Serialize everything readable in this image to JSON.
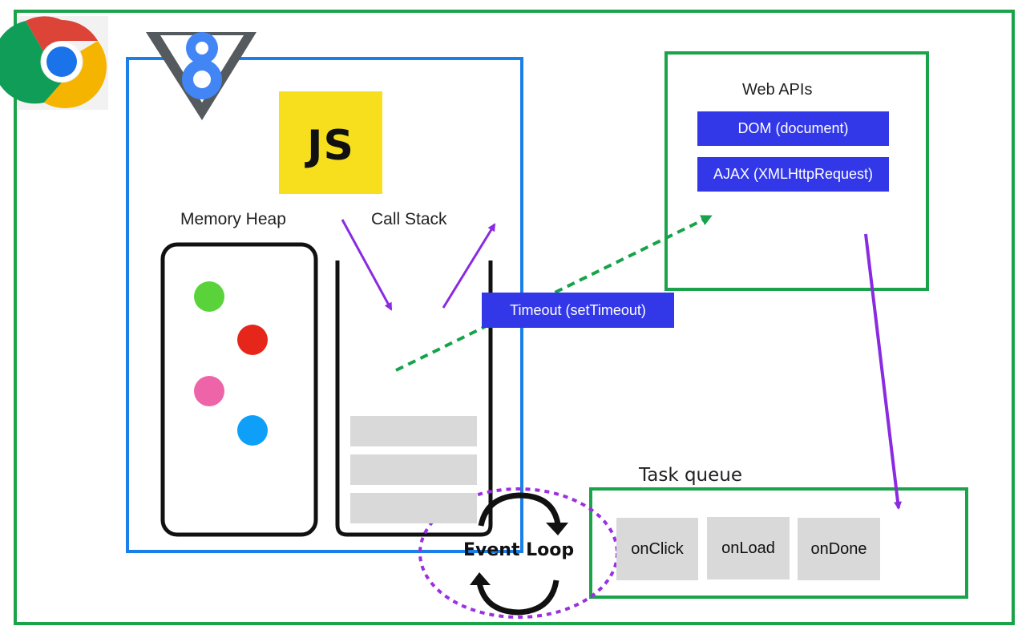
{
  "labels": {
    "memory_heap": "Memory Heap",
    "call_stack": "Call Stack",
    "web_apis": "Web APIs",
    "task_queue": "Task queue",
    "event_loop": "Event Loop",
    "js_logo": "JS"
  },
  "web_api_items": {
    "dom": "DOM (document)",
    "ajax": "AJAX (XMLHttpRequest)",
    "timeout": "Timeout (setTimeout)"
  },
  "task_queue_items": {
    "item1": "onClick",
    "item2": "onLoad",
    "item3": "onDone"
  },
  "icons": [
    "chrome-logo-icon",
    "v8-logo-icon",
    "js-logo-icon",
    "event-loop-cycle-icon"
  ],
  "colors": {
    "outer_border": "#1aa34a",
    "engine_border": "#1a7fe8",
    "api_box": "#3237e8",
    "arrow_purple": "#8a2be2",
    "dash_green": "#16a34a",
    "heap_dot_green": "#5ad33a",
    "heap_dot_red": "#e6261a",
    "heap_dot_pink": "#ee64a8",
    "heap_dot_blue": "#0ea0f8"
  }
}
